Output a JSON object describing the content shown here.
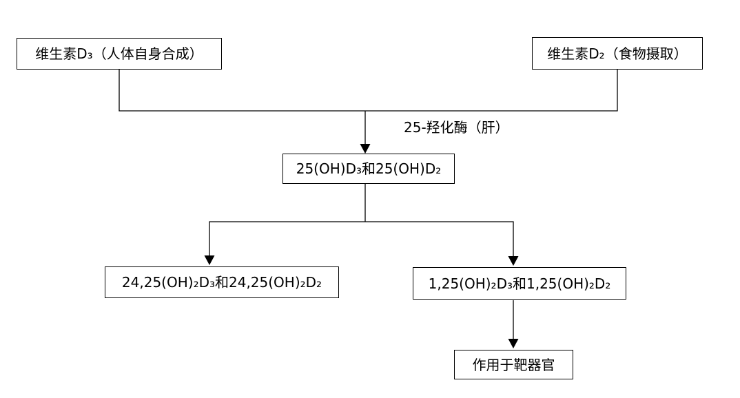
{
  "diagram": {
    "type": "flowchart",
    "background_color": "#ffffff",
    "line_color": "#000000",
    "text_color": "#000000",
    "nodes": {
      "vitamin_d3": "维生素D₃（人体自身合成）",
      "vitamin_d2": "维生素D₂（食物摄取）",
      "oh25": "25(OH)D₃和25(OH)D₂",
      "oh2425": "24,25(OH)₂D₃和24,25(OH)₂D₂",
      "oh125": "1,25(OH)₂D₃和1,25(OH)₂D₂",
      "target_organ": "作用于靶器官"
    },
    "edge_labels": {
      "hydroxylase_liver": "25-羟化酶（肝）"
    },
    "edges": [
      {
        "from": "vitamin_d3",
        "to": "oh25",
        "label": "25-羟化酶（肝）"
      },
      {
        "from": "vitamin_d2",
        "to": "oh25",
        "label": "25-羟化酶（肝）"
      },
      {
        "from": "oh25",
        "to": "oh2425"
      },
      {
        "from": "oh25",
        "to": "oh125"
      },
      {
        "from": "oh125",
        "to": "target_organ"
      }
    ]
  }
}
